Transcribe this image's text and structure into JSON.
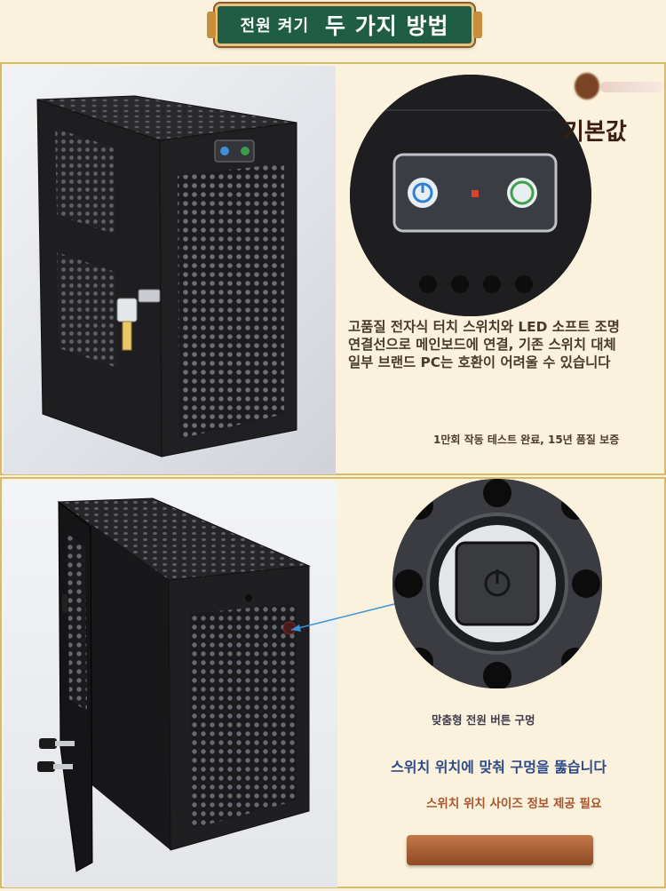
{
  "banner": {
    "small": "전원 켜기",
    "big": "두 가지 방법"
  },
  "section1": {
    "badge": "기본값",
    "description": [
      "고품질 전자식 터치 스위치와 LED 소프트 조명",
      "연결선으로 메인보드에 연결, 기존 스위치 대체",
      "일부 브랜드 PC는 호환이 어려울 수 있습니다"
    ],
    "test_note": "1만회 작동 테스트 완료, 15년 품질 보증"
  },
  "section2": {
    "hole_label": "맞춤형 전원 버튼 구멍",
    "drill_text": "스위치 위치에 맞춰 구멍을 뚫습니다",
    "size_note": "스위치 위치 사이즈 정보 제공 필요"
  },
  "colors": {
    "background": "#fbf2dd",
    "banner_green": "#1f5d44",
    "banner_border": "#e8c27a",
    "section_border": "#d8bb6a",
    "accent_blue": "#2f4a88",
    "accent_orange": "#a9542c"
  }
}
